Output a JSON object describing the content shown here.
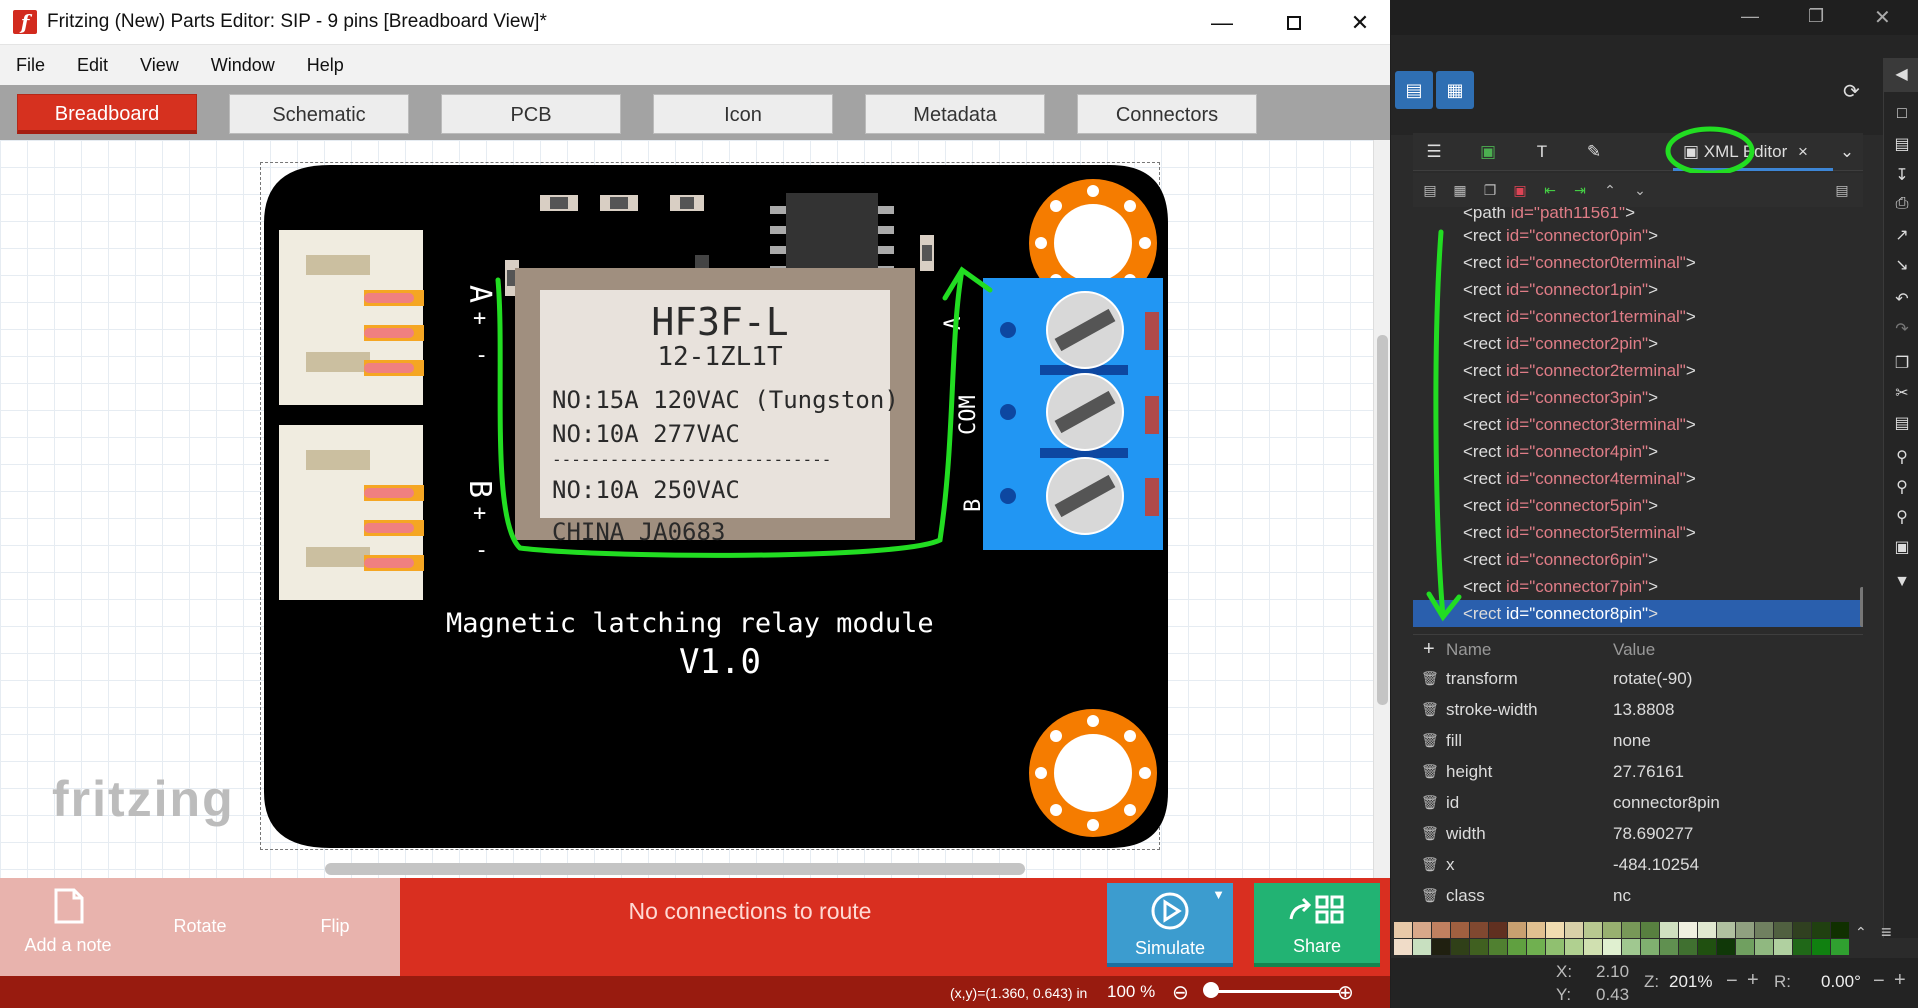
{
  "window": {
    "title": "Fritzing (New) Parts Editor: SIP - 9 pins [Breadboard View]*",
    "app_icon": "f"
  },
  "menu": [
    "File",
    "Edit",
    "View",
    "Window",
    "Help"
  ],
  "tabs": [
    {
      "label": "Breadboard",
      "active": true
    },
    {
      "label": "Schematic",
      "active": false
    },
    {
      "label": "PCB",
      "active": false
    },
    {
      "label": "Icon",
      "active": false
    },
    {
      "label": "Metadata",
      "active": false
    },
    {
      "label": "Connectors",
      "active": false
    }
  ],
  "canvas": {
    "watermark": "fritzing",
    "part": {
      "relay_line1": "HF3F-L",
      "relay_line2": "12-1ZL1T",
      "relay_line3": "NO:15A 120VAC (Tungston)",
      "relay_line4": "NO:10A 277VAC",
      "relay_line5": "-----------------------------",
      "relay_line6": "NO:10A 250VAC",
      "relay_line7": "CHINA  JA0683",
      "title_line1": "Magnetic latching relay module",
      "title_line2": "V1.0",
      "label_a": "A",
      "label_b": "B",
      "label_plus": "+",
      "label_minus": "-",
      "term_a": "A",
      "term_com": "COM",
      "term_b": "B"
    }
  },
  "bottom_toolbar": {
    "add_note": "Add a note",
    "rotate": "Rotate",
    "flip": "Flip",
    "routing_status": "No connections to route",
    "simulate": "Simulate",
    "share": "Share"
  },
  "statusbar": {
    "coords": "(x,y)=(1.360, 0.643) in",
    "zoom": "100 %"
  },
  "inkscape": {
    "xml_editor_tab": "XML Editor",
    "xml_nodes": [
      {
        "tag": "<path",
        "attr": "id=",
        "val": "\"path11561\"",
        "end": ">"
      },
      {
        "tag": "<rect",
        "attr": "id=",
        "val": "\"connector0pin\"",
        "end": ">"
      },
      {
        "tag": "<rect",
        "attr": "id=",
        "val": "\"connector0terminal\"",
        "end": ">"
      },
      {
        "tag": "<rect",
        "attr": "id=",
        "val": "\"connector1pin\"",
        "end": ">"
      },
      {
        "tag": "<rect",
        "attr": "id=",
        "val": "\"connector1terminal\"",
        "end": ">"
      },
      {
        "tag": "<rect",
        "attr": "id=",
        "val": "\"connector2pin\"",
        "end": ">"
      },
      {
        "tag": "<rect",
        "attr": "id=",
        "val": "\"connector2terminal\"",
        "end": ">"
      },
      {
        "tag": "<rect",
        "attr": "id=",
        "val": "\"connector3pin\"",
        "end": ">"
      },
      {
        "tag": "<rect",
        "attr": "id=",
        "val": "\"connector3terminal\"",
        "end": ">"
      },
      {
        "tag": "<rect",
        "attr": "id=",
        "val": "\"connector4pin\"",
        "end": ">"
      },
      {
        "tag": "<rect",
        "attr": "id=",
        "val": "\"connector4terminal\"",
        "end": ">"
      },
      {
        "tag": "<rect",
        "attr": "id=",
        "val": "\"connector5pin\"",
        "end": ">"
      },
      {
        "tag": "<rect",
        "attr": "id=",
        "val": "\"connector5terminal\"",
        "end": ">"
      },
      {
        "tag": "<rect",
        "attr": "id=",
        "val": "\"connector6pin\"",
        "end": ">"
      },
      {
        "tag": "<rect",
        "attr": "id=",
        "val": "\"connector7pin\"",
        "end": ">"
      },
      {
        "tag": "<rect",
        "attr": "id=",
        "val": "\"connector8pin\"",
        "end": ">",
        "selected": true
      }
    ],
    "attr_header": {
      "name": "Name",
      "value": "Value"
    },
    "attributes": [
      {
        "name": "transform",
        "value": "rotate(-90)"
      },
      {
        "name": "stroke-width",
        "value": "13.8808"
      },
      {
        "name": "fill",
        "value": "none"
      },
      {
        "name": "height",
        "value": "27.76161"
      },
      {
        "name": "id",
        "value": "connector8pin"
      },
      {
        "name": "width",
        "value": "78.690277"
      },
      {
        "name": "x",
        "value": "-484.10254"
      },
      {
        "name": "class",
        "value": "nc"
      }
    ],
    "status": {
      "x_label": "X:",
      "x_value": "2.10",
      "y_label": "Y:",
      "y_value": "0.43",
      "z_label": "Z:",
      "zoom": "201%",
      "r_label": "R:",
      "rotation": "0.00°"
    }
  },
  "colors": {
    "accent_red": "#d6311f",
    "status_red": "#981b0f",
    "simulate_blue": "#3c9ccf",
    "share_green": "#22b373",
    "annotation_green": "#22dd22",
    "selection_blue": "#2a5fad"
  }
}
